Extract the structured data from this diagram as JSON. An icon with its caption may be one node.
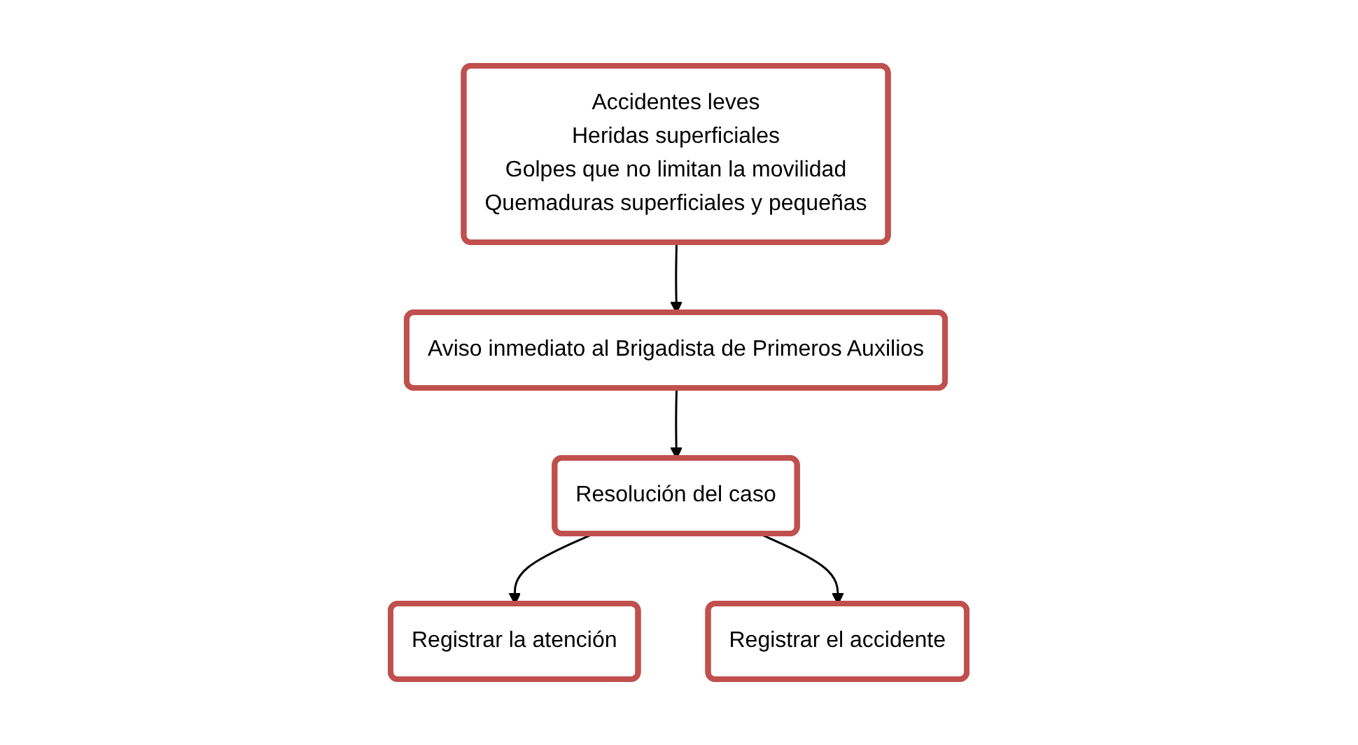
{
  "diagram": {
    "nodes": [
      {
        "text": [
          "Accidentes leves",
          "Heridas superficiales",
          "Golpes que no limitan la movilidad",
          "Quemaduras superficiales y pequeñas"
        ]
      },
      {
        "text": [
          "Aviso inmediato al Brigadista de Primeros Auxilios"
        ]
      },
      {
        "text": [
          "Registrar la atención"
        ]
      },
      {
        "text": [
          "Resolución del caso"
        ]
      },
      {
        "text": [
          "Registrar el accidente"
        ]
      }
    ],
    "edges": [
      {
        "from": 0,
        "to": 1,
        "arrow": "to"
      },
      {
        "from": 1,
        "to": 3,
        "arrow": "to"
      },
      {
        "from": 3,
        "to": 2,
        "arrow": "to"
      },
      {
        "from": 3,
        "to": 4,
        "arrow": "to"
      }
    ]
  }
}
